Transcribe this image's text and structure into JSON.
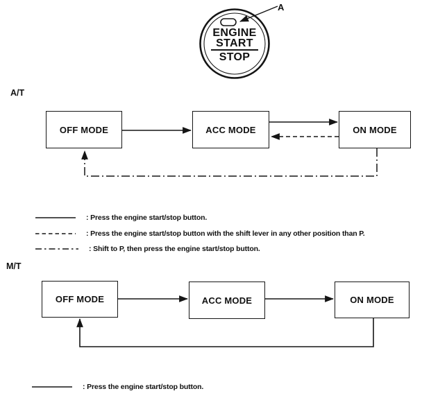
{
  "engine_button": {
    "line1": "ENGINE",
    "line2": "START",
    "line3": "STOP",
    "callout": "A"
  },
  "at": {
    "label": "A/T",
    "off_box": "OFF MODE",
    "acc_box": "ACC MODE",
    "on_box": "ON MODE",
    "legend": [
      {
        "line_style": "solid",
        "text": ": Press the engine start/stop button."
      },
      {
        "line_style": "dashed",
        "text": ": Press the engine start/stop button with the shift lever in any other position than P."
      },
      {
        "line_style": "dash-dot",
        "text": ": Shift to P, then press the engine start/stop button."
      }
    ]
  },
  "mt": {
    "label": "M/T",
    "off_box": "OFF MODE",
    "acc_box": "ACC MODE",
    "on_box": "ON MODE",
    "legend": [
      {
        "line_style": "solid",
        "text": ": Press the engine start/stop button."
      }
    ]
  },
  "colors": {
    "ink": "#151515",
    "background": "#ffffff"
  }
}
